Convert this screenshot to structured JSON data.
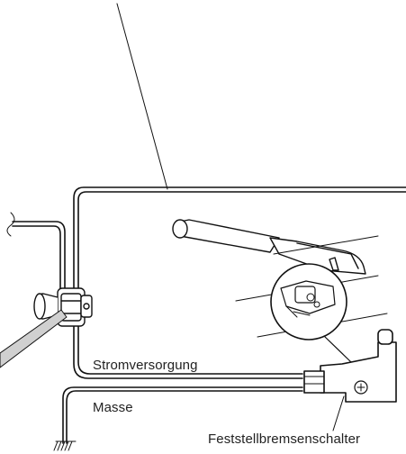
{
  "labels": {
    "power": "Stromversorgung",
    "ground": "Masse",
    "switch": "Feststellbremsenschalter"
  },
  "colors": {
    "line": "#111111",
    "background": "#ffffff",
    "callout_fill": "#d0d0d0"
  }
}
